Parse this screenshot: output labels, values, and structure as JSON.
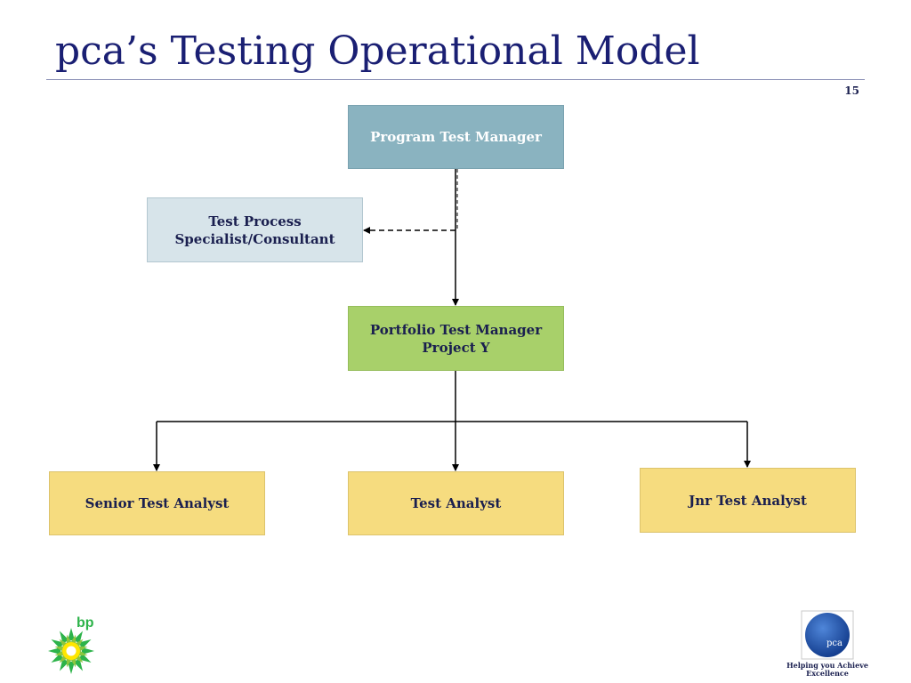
{
  "slide": {
    "title": "pca’s Testing Operational Model",
    "page_number": "15"
  },
  "org_chart": {
    "program_manager": {
      "line1": "Program Test Manager"
    },
    "specialist": {
      "line1": "Test Process",
      "line2": "Specialist/Consultant"
    },
    "portfolio_manager": {
      "line1": "Portfolio Test Manager",
      "line2": "Project Y"
    },
    "senior_analyst": {
      "line1": "Senior Test Analyst"
    },
    "test_analyst": {
      "line1": "Test Analyst"
    },
    "jnr_analyst": {
      "line1": "Jnr Test Analyst"
    }
  },
  "logos": {
    "bp_text": "bp",
    "pca_text": "pca",
    "pca_tagline_line1": "Helping you Achieve",
    "pca_tagline_line2": "Excellence"
  },
  "colors": {
    "title": "#1a1f73",
    "program_box": "#8ab3c0",
    "specialist_box": "#d7e4ea",
    "portfolio_box": "#a8d06a",
    "analyst_box": "#f6dc7f",
    "text_dark": "#1a1f4f",
    "bp_green": "#2db34a",
    "bp_yellow": "#ffe600",
    "pca_blue": "#1d4fa8"
  }
}
